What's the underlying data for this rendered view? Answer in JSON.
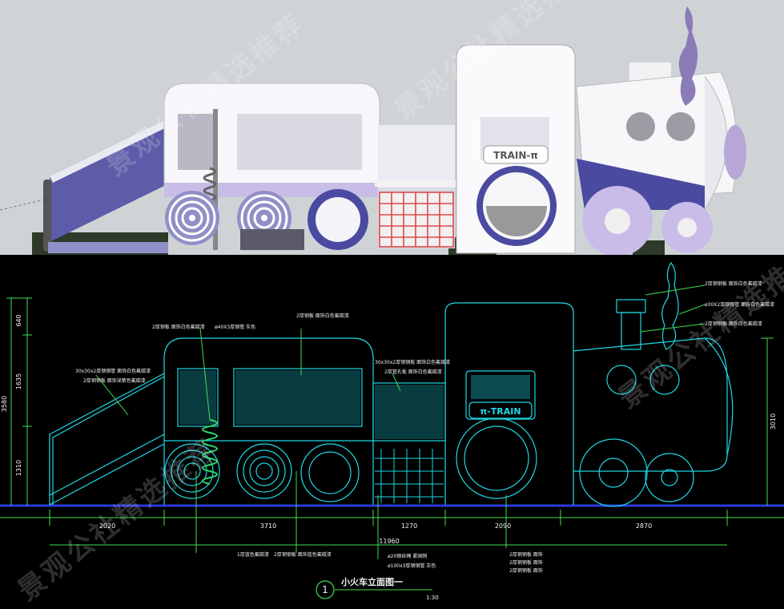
{
  "render": {
    "brand_label": "TRAIN-π"
  },
  "drawing": {
    "title": "小火车立面图一",
    "marker": "1",
    "scale": "1:30",
    "plate_text": "π-TRAIN",
    "dims_bottom": [
      "2020",
      "3710",
      "1270",
      "2090",
      "2870"
    ],
    "overall": "11960",
    "dims_left": [
      "640",
      "1635",
      "1310"
    ],
    "dim_left_total": "3580",
    "dim_right": "3010",
    "notes": {
      "spring": "ø40X3厚钢管  灰色",
      "tender_mesh": "2厚钢板  面饰白色氟碳漆",
      "tender_rail_1": "30x30x2厚钢钢管  面饰白色氟碳漆",
      "tender_rail_2": "2厚钢钢板  面饰深紫色氟碳漆",
      "mid_1": "30x30x2厚钢钢板  面饰白色氟碳漆",
      "mid_2": "2厚管孔板  面饰白色氟碳漆",
      "cab_1": "2厚钢钢板  面饰白色氟碳漆",
      "cab_2": "ø30X2厚钢钢管  面饰白色氟碳漆",
      "cab_3": "2厚钢钢板  面饰白色氟碳漆",
      "bot_1": "1厚蓝色氟碳漆",
      "bot_2": "2厚钢钢板  面饰蓝色氟碳漆",
      "bot_3": "ø20钢丝绳  紧固网",
      "bot_4": "ø100x3厚钢钢管  灰色",
      "bot_5": "2厚钢钢板  面饰",
      "bot_6": "2厚钢钢板  面饰",
      "bot_7": "2厚钢钢板  面饰"
    }
  },
  "watermark": "景观公社精选推荐",
  "colors": {
    "cad_line": "#1fd8e6",
    "cad_dim": "#3fdc4f",
    "cad_text": "#f2f2f2",
    "cad_ground": "#2b3bdc",
    "train_purple": "#5a5aa8",
    "train_lavender": "#c9bce8"
  }
}
